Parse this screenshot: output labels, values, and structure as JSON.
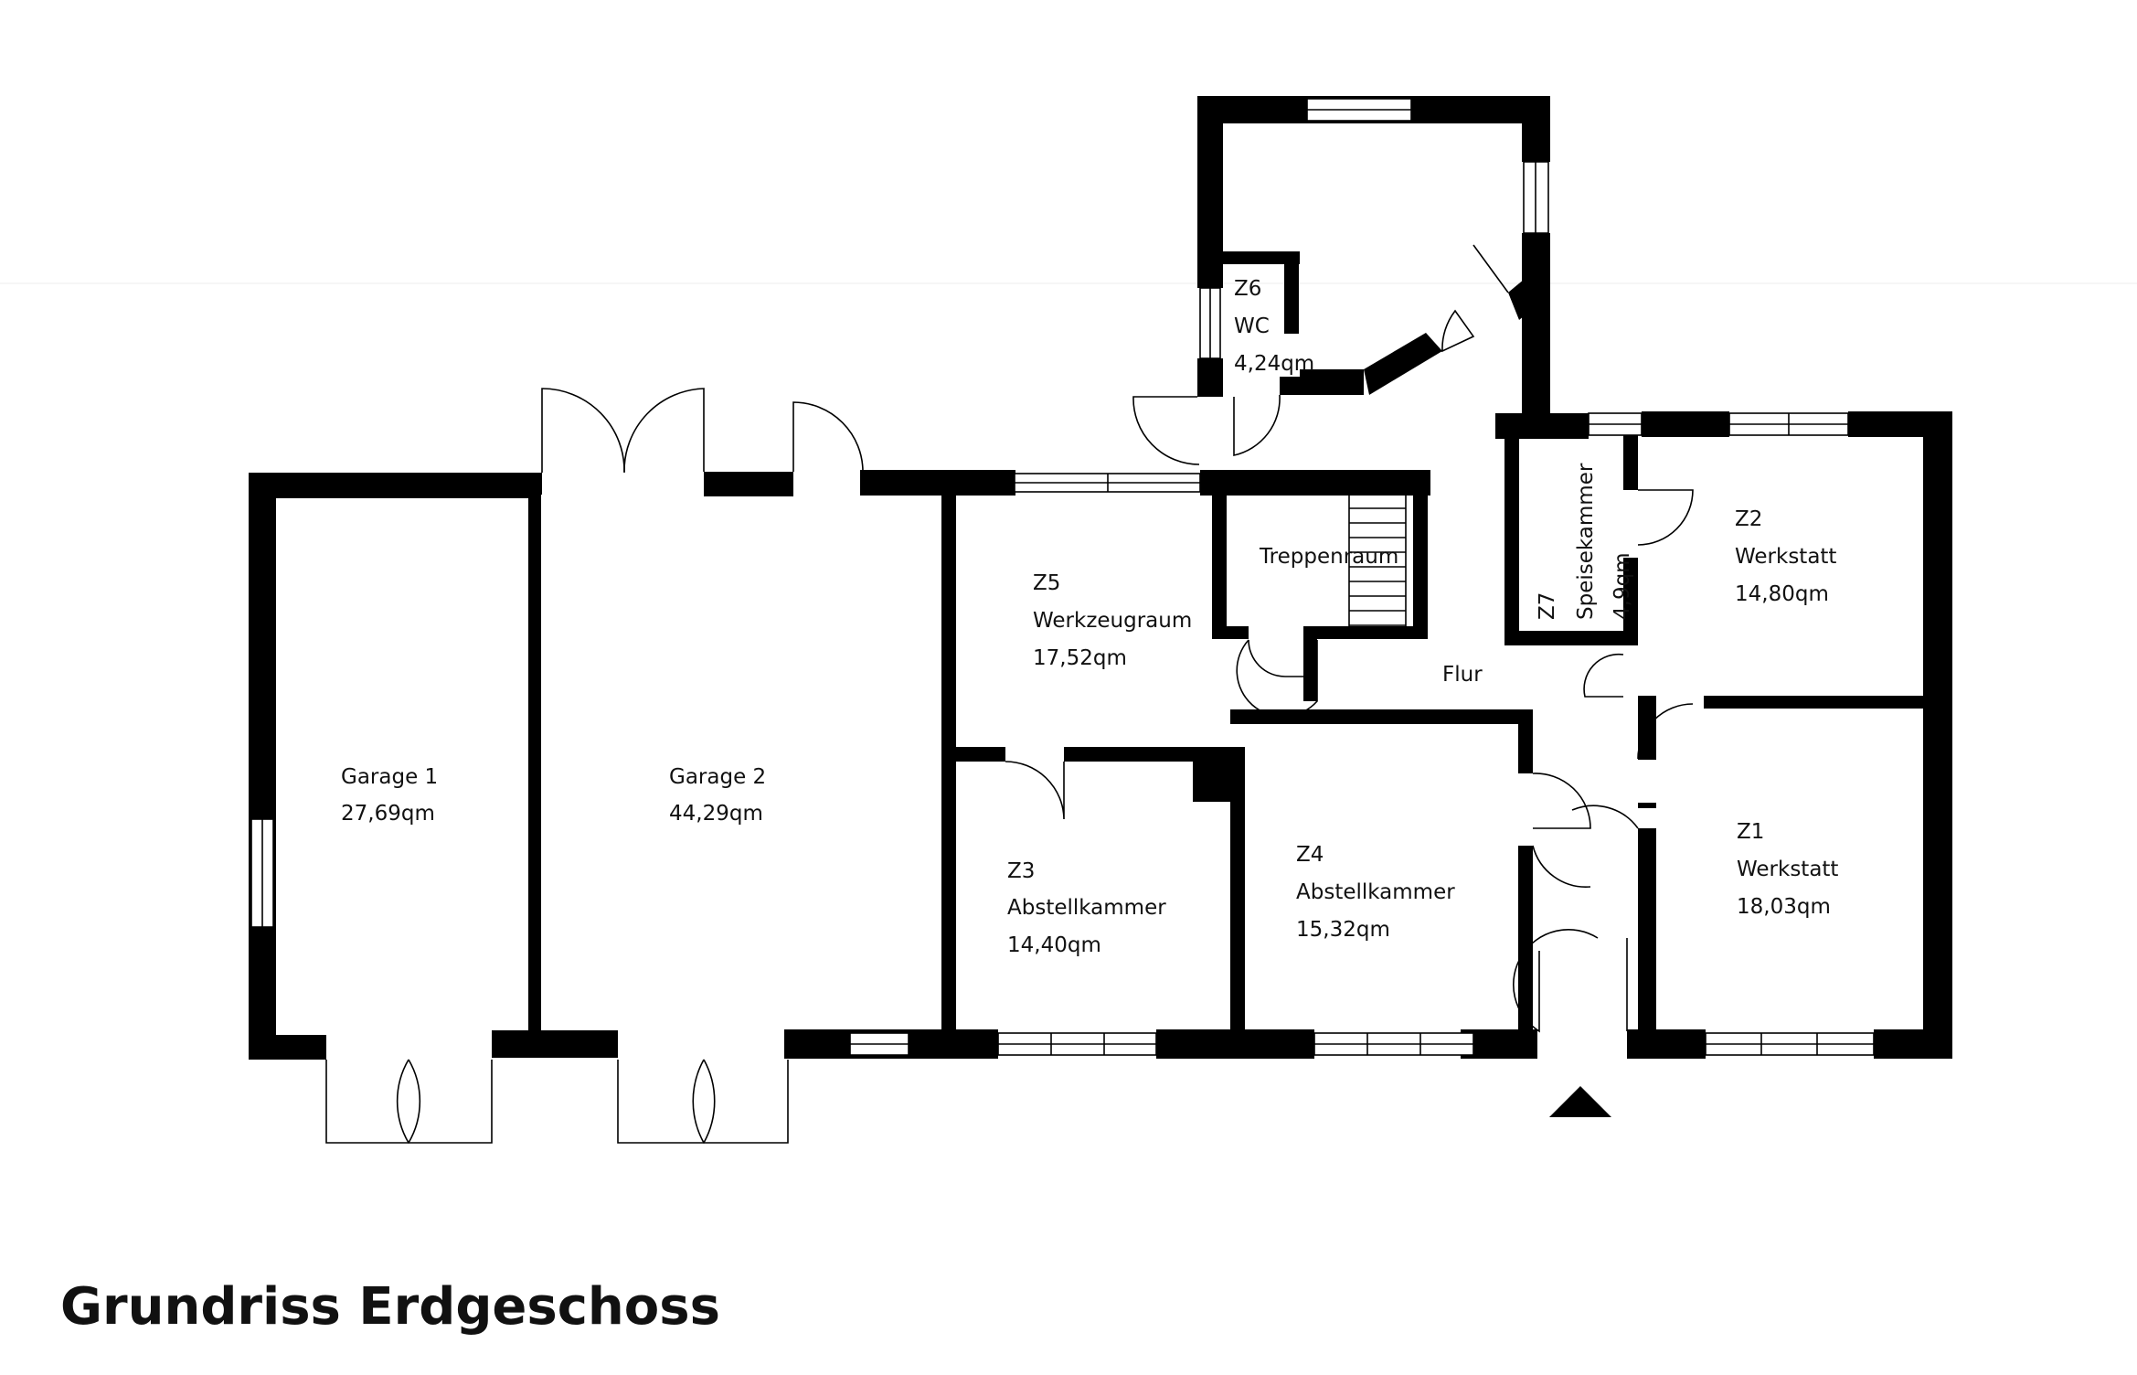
{
  "title": "Grundriss Erdgeschoss",
  "colors": {
    "wall": "#000000",
    "background": "#ffffff",
    "text": "#111111"
  },
  "rooms": {
    "garage1": {
      "name": "Garage 1",
      "area": "27,69qm"
    },
    "garage2": {
      "name": "Garage 2",
      "area": "44,29qm"
    },
    "z5": {
      "id": "Z5",
      "name": "Werkzeugraum",
      "area": "17,52qm"
    },
    "treppenraum": {
      "name": "Treppenraum"
    },
    "z6": {
      "id": "Z6",
      "name": "WC",
      "area": "4,24qm"
    },
    "z7": {
      "id": "Z7",
      "name": "Speisekammer",
      "area": "4,9qm"
    },
    "z2": {
      "id": "Z2",
      "name": "Werkstatt",
      "area": "14,80qm"
    },
    "flur": {
      "name": "Flur"
    },
    "z3": {
      "id": "Z3",
      "name": "Abstellkammer",
      "area": "14,40qm"
    },
    "z4": {
      "id": "Z4",
      "name": "Abstellkammer",
      "area": "15,32qm"
    },
    "z1": {
      "id": "Z1",
      "name": "Werkstatt",
      "area": "18,03qm"
    }
  },
  "icons": {
    "entrance": "entrance-triangle-icon"
  }
}
